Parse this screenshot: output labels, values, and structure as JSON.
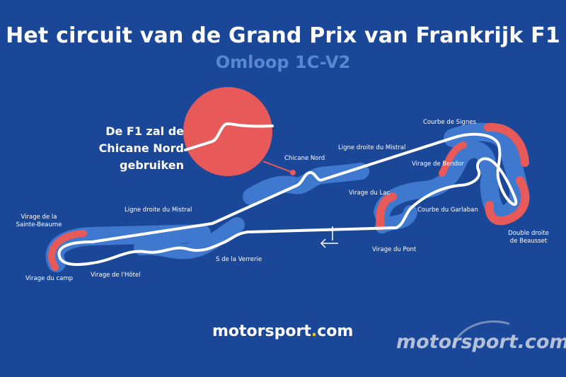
{
  "title": "Het circuit van de Grand Prix van Frankrijk F1",
  "subtitle": "Omloop 1C-V2",
  "callout": {
    "line1": "De F1 zal de",
    "line2": "Chicane Nord gebruiken"
  },
  "labels": {
    "courbe_de_signes": "Courbe de Signes",
    "ligne_droite_mistral_top": "Ligne droite du Mistral",
    "chicane_nord": "Chicane Nord",
    "virage_de_bendor": "Virage de Bendor",
    "virage_du_lac": "Virage du Lac",
    "courbe_du_garlaban": "Courbe du Garlaban",
    "double_droite_line1": "Double droite",
    "double_droite_line2": "de Beausset",
    "virage_du_pont": "Virage du Pont",
    "ligne_droite_mistral_left": "Ligne droite du Mistral",
    "sainte_baume_line1": "Virage de la",
    "sainte_baume_line2": "Sainte-Beaume",
    "virage_du_camp": "Virage du camp",
    "virage_de_lhotel": "Virage de l'Hôtel",
    "s_de_la_verrerie": "S de la Verrerie"
  },
  "logo": {
    "main_text": "motorsport",
    "main_dot": ".",
    "main_suffix": "com",
    "watermark": "motorsport.com"
  },
  "colors": {
    "background": "#1b4799",
    "runoff_light": "#3f78cf",
    "runoff_red": "#e85a5a",
    "track": "#ffffff",
    "accent_yellow": "#f7c600"
  }
}
